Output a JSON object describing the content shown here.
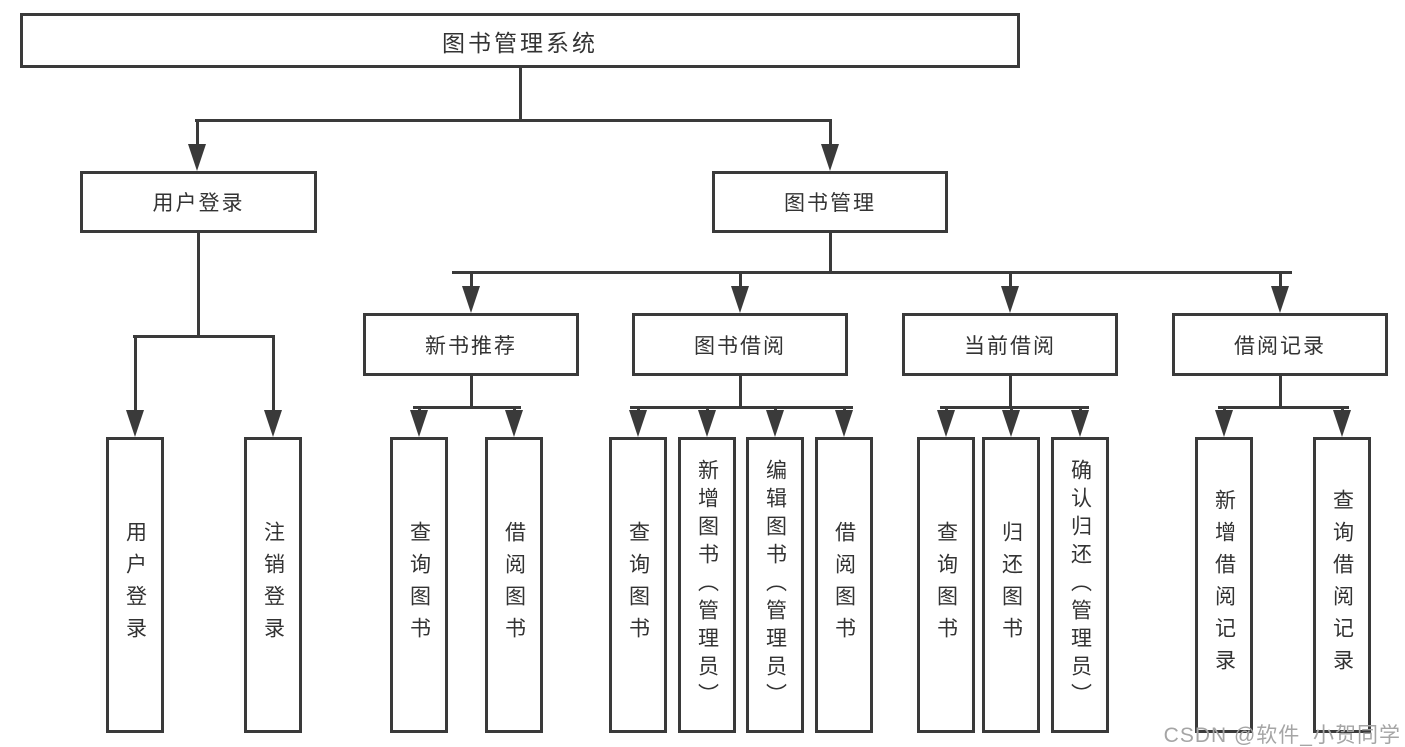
{
  "diagram": {
    "type": "hierarchy-chart",
    "root": {
      "label": "图书管理系统"
    },
    "level2": [
      {
        "id": "user-login",
        "label": "用户登录"
      },
      {
        "id": "book-management",
        "label": "图书管理"
      }
    ],
    "level3": [
      {
        "id": "new-book-recommend",
        "label": "新书推荐",
        "parent": "book-management"
      },
      {
        "id": "book-borrow",
        "label": "图书借阅",
        "parent": "book-management"
      },
      {
        "id": "current-borrow",
        "label": "当前借阅",
        "parent": "book-management"
      },
      {
        "id": "borrow-records",
        "label": "借阅记录",
        "parent": "book-management"
      }
    ],
    "leaves": [
      {
        "id": "user-login-leaf",
        "label": "用户登录",
        "parent": "user-login"
      },
      {
        "id": "logout",
        "label": "注销登录",
        "parent": "user-login"
      },
      {
        "id": "recommend-query-books",
        "label": "查询图书",
        "parent": "new-book-recommend"
      },
      {
        "id": "recommend-borrow-books",
        "label": "借阅图书",
        "parent": "new-book-recommend"
      },
      {
        "id": "borrow-query-books",
        "label": "查询图书",
        "parent": "book-borrow"
      },
      {
        "id": "add-books-admin",
        "label": "新增图书（管理员）",
        "parent": "book-borrow"
      },
      {
        "id": "edit-books-admin",
        "label": "编辑图书（管理员）",
        "parent": "book-borrow"
      },
      {
        "id": "borrow-books",
        "label": "借阅图书",
        "parent": "book-borrow"
      },
      {
        "id": "current-query-books",
        "label": "查询图书",
        "parent": "current-borrow"
      },
      {
        "id": "return-books",
        "label": "归还图书",
        "parent": "current-borrow"
      },
      {
        "id": "confirm-return-admin",
        "label": "确认归还（管理员）",
        "parent": "current-borrow"
      },
      {
        "id": "add-borrow-record",
        "label": "新增借阅记录",
        "parent": "borrow-records"
      },
      {
        "id": "query-borrow-record",
        "label": "查询借阅记录",
        "parent": "borrow-records"
      }
    ],
    "watermark": "CSDN @软件_小贺同学",
    "colors": {
      "line": "#3a3a3a",
      "text": "#333333",
      "watermark": "#a5a5a5",
      "background": "#ffffff"
    }
  }
}
